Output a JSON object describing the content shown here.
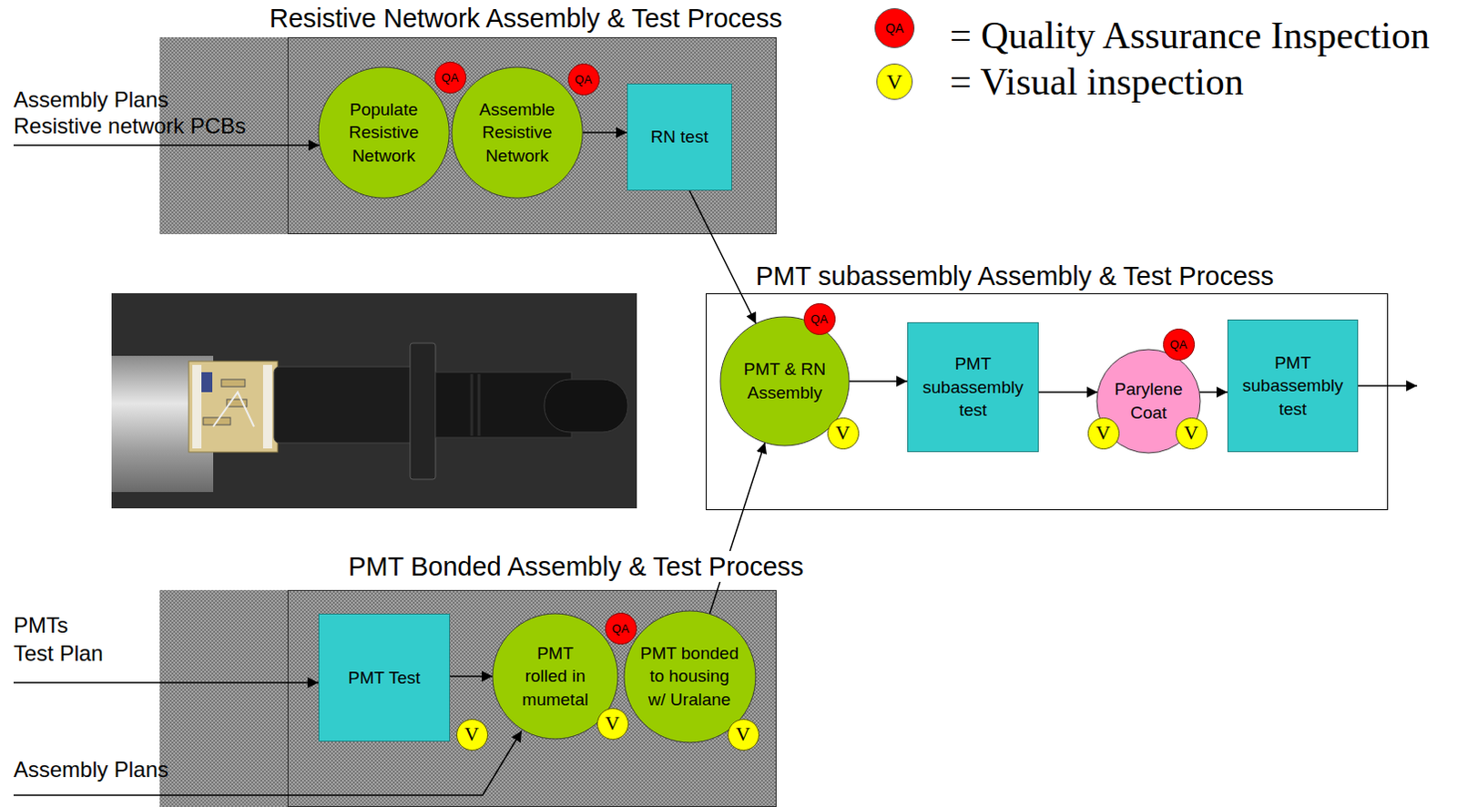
{
  "diagram": {
    "nodes": [
      {
        "text": [
          "Resistive Network Assembly & Test Process"
        ]
      },
      {
        "text": [
          "Populate Resistive Network"
        ],
        "in": 0
      },
      {
        "text": [
          "Assemble Resistive Network"
        ],
        "in": 0
      },
      {
        "text": [
          "RN test"
        ],
        "in": 0
      },
      {
        "text": [
          "PMT subassembly Assembly & Test Process"
        ]
      },
      {
        "text": [
          "PMT & RN Assembly"
        ],
        "in": 4
      },
      {
        "text": [
          "PMT subassembly test"
        ],
        "in": 4
      },
      {
        "text": [
          "Parylene Coat"
        ],
        "in": 4
      },
      {
        "text": [
          "PMT subassembly test"
        ],
        "in": 4
      },
      {
        "text": [
          "PMT Bonded Assembly & Test Process"
        ]
      },
      {
        "text": [
          "PMT Test"
        ],
        "in": 9
      },
      {
        "text": [
          "PMT rolled in mumetal"
        ],
        "in": 9
      },
      {
        "text": [
          "PMT bonded to housing w/ Uralane"
        ],
        "in": 9
      }
    ],
    "edges": [
      {
        "from": 2,
        "to": 3,
        "arrow": "to"
      },
      {
        "from": 3,
        "to": 5,
        "arrow": "to"
      },
      {
        "from": 5,
        "to": 6,
        "arrow": "to"
      },
      {
        "from": 6,
        "to": 7,
        "arrow": "to"
      },
      {
        "from": 7,
        "to": 8,
        "arrow": "to"
      },
      {
        "from": 10,
        "to": 11,
        "arrow": "to"
      },
      {
        "from": 12,
        "to": 5,
        "arrow": "to"
      }
    ],
    "labels": [
      "QA",
      "V",
      "Assembly Plans",
      "Resistive network PCBs",
      "QA",
      "QA",
      "QA",
      "V",
      "QA",
      "V",
      "V",
      "PMTs",
      "Test Plan",
      "Assembly Plans",
      "QA",
      "V",
      "V",
      "V"
    ],
    "legend": [
      {
        "text": "= Quality Assurance Inspection",
        "color": "#ff0000"
      },
      {
        "text": "= Visual inspection",
        "color": "#ffff00"
      }
    ]
  }
}
